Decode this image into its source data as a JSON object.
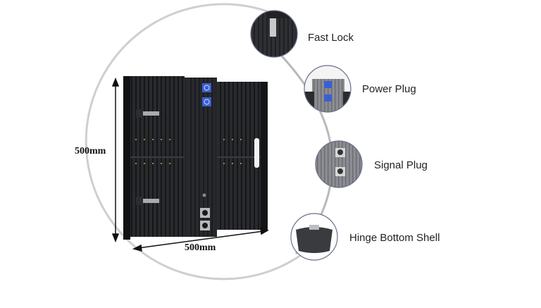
{
  "diagram": {
    "subject": "LED display cabinet (rear view)",
    "dimensions": {
      "height_label": "500mm",
      "width_label": "500mm"
    },
    "callouts": [
      {
        "id": "fast-lock",
        "label": "Fast Lock"
      },
      {
        "id": "power-plug",
        "label": "Power Plug"
      },
      {
        "id": "signal-plug",
        "label": "Signal Plug"
      },
      {
        "id": "hinge-bottom-shell",
        "label": "Hinge Bottom Shell"
      }
    ],
    "colors": {
      "cabinet": "#1e1f22",
      "power_connector": "#3a5fd0",
      "arc": "#c8c8c8",
      "callout_ring": "#6b6f8a"
    }
  }
}
